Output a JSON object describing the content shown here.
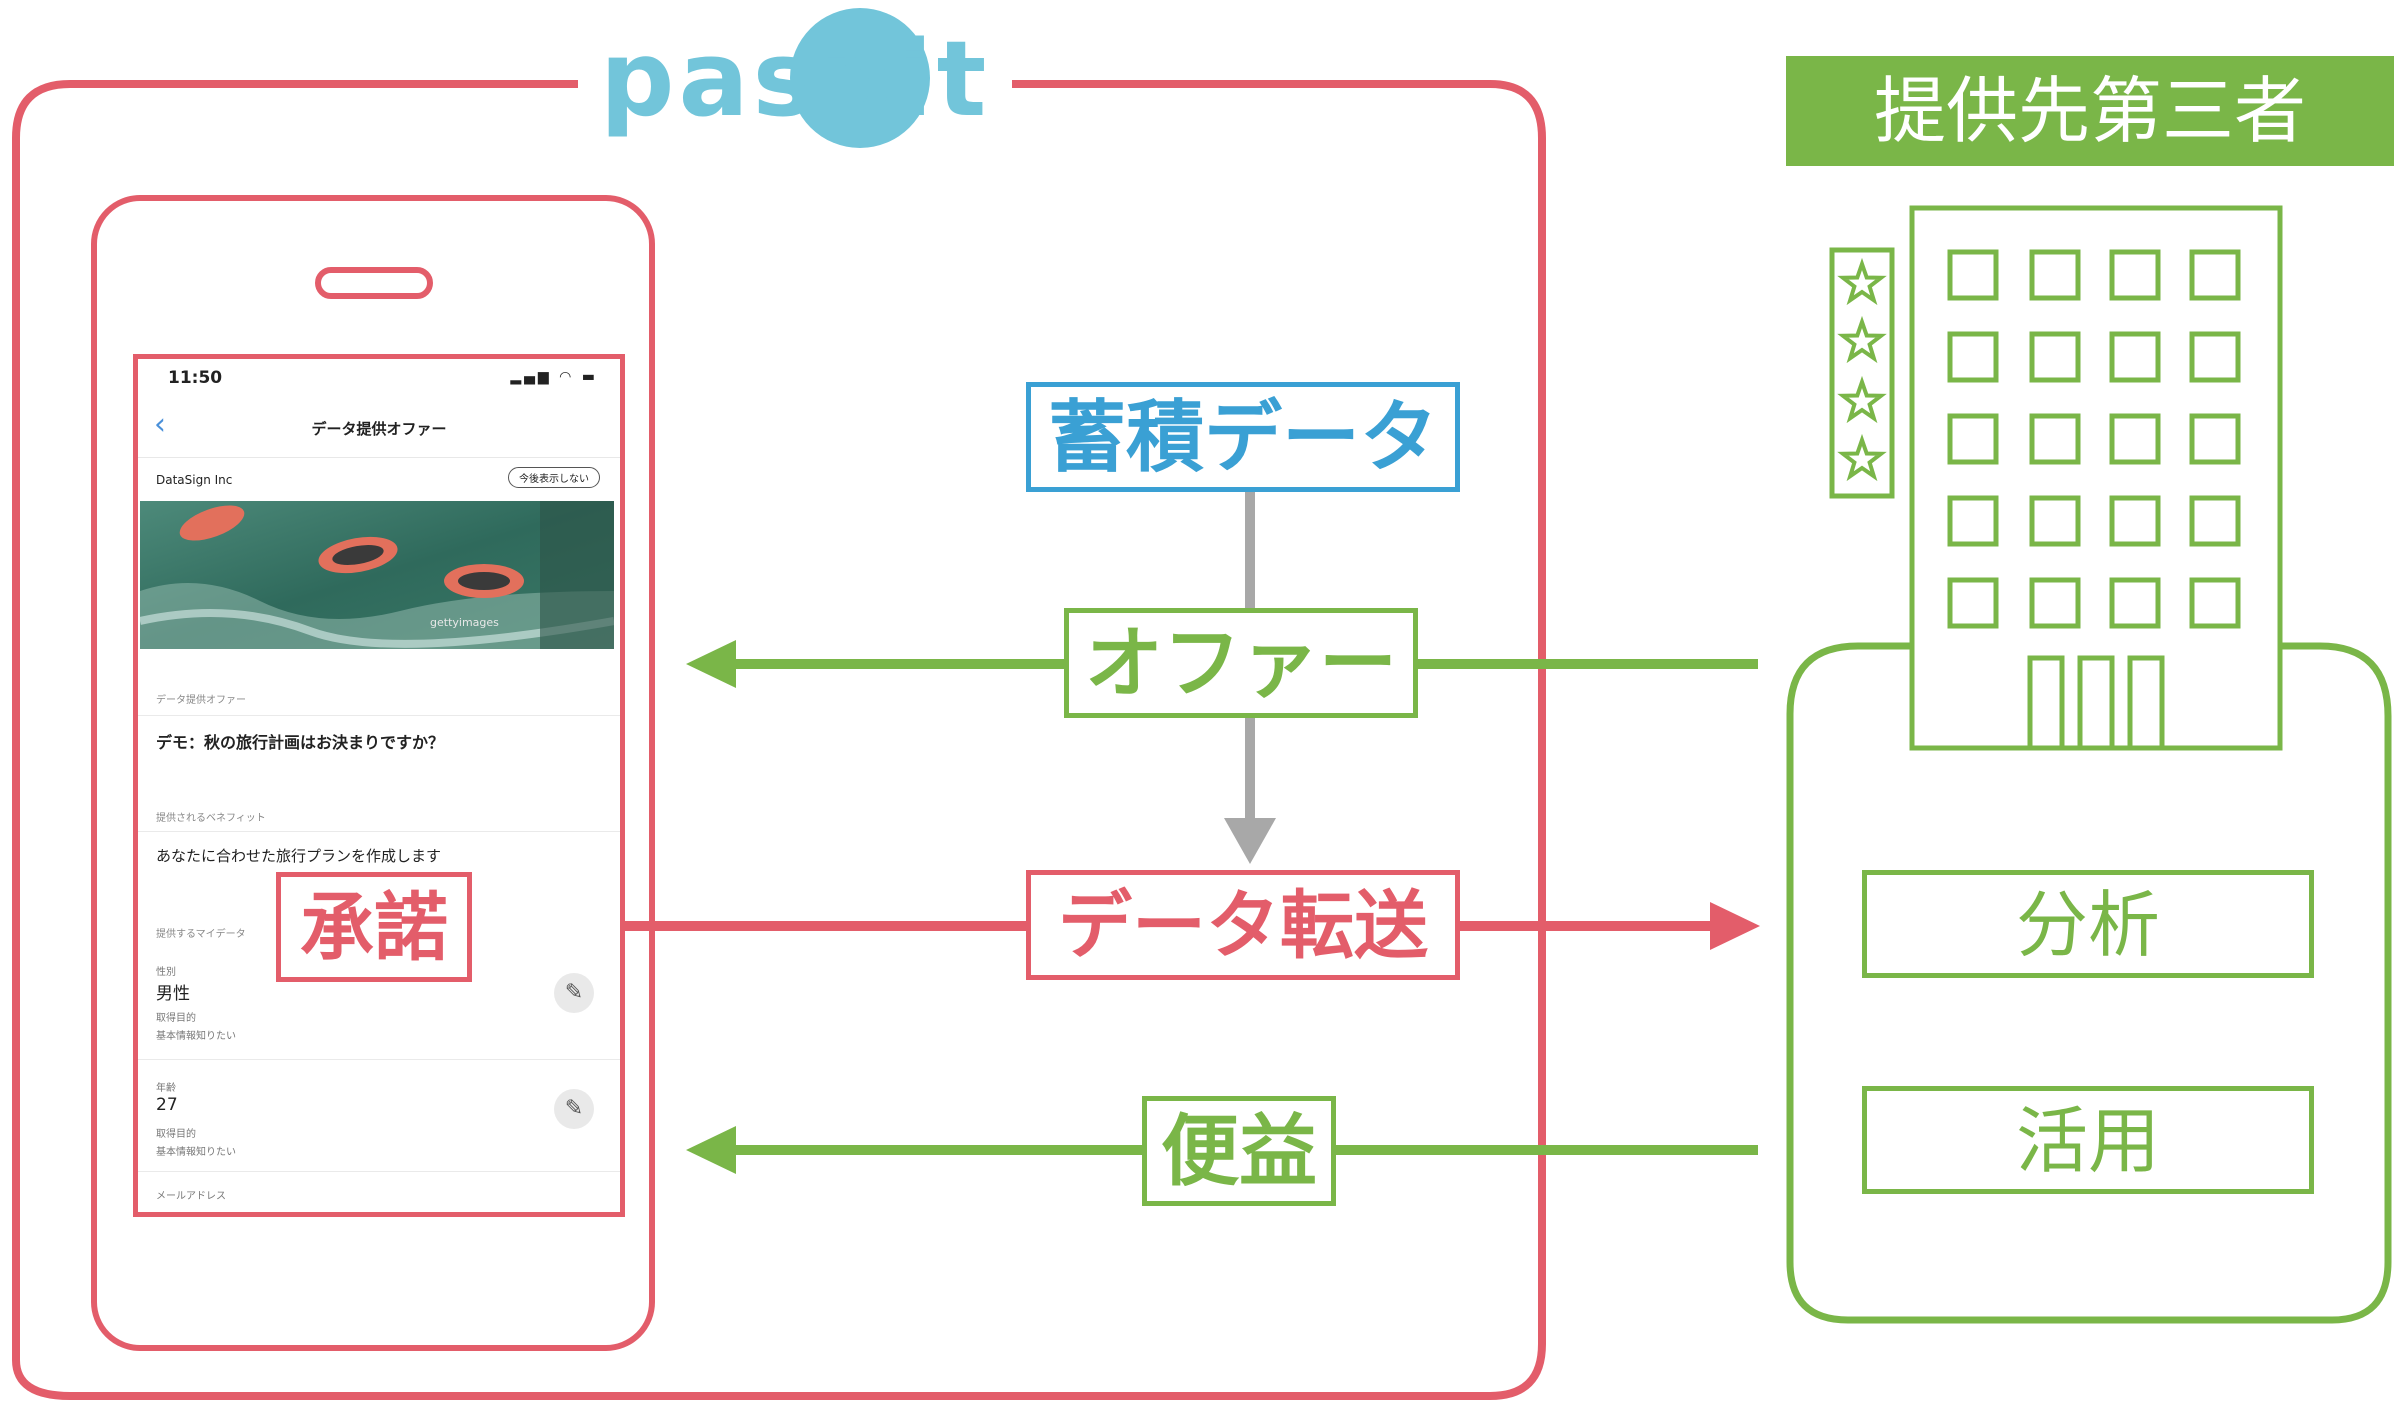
{
  "logo": {
    "text": "paspit"
  },
  "third_party": {
    "header": "提供先第三者",
    "analysis": "分析",
    "utilization": "活用"
  },
  "flows": {
    "stored_data": "蓄積データ",
    "offer": "オファー",
    "data_transfer": "データ転送",
    "benefit": "便益",
    "consent": "承諾"
  },
  "colors": {
    "red": "#e35d6a",
    "green": "#7ab648",
    "blue": "#3aa0d4",
    "gray": "#a8a8a8",
    "logo_teal": "#72c5da"
  },
  "phone": {
    "status_time": "11:50",
    "nav_title": "データ提供オファー",
    "company": "DataSign Inc",
    "hide_button": "今後表示しない",
    "photo_watermark": "gettyimages",
    "offer_section_label": "データ提供オファー",
    "offer_title": "デモ：秋の旅行計画はお決まりですか？",
    "benefit_section_label": "提供されるベネフィット",
    "benefit_text": "あなたに合わせた旅行プランを作成します",
    "mydata_section_label": "提供するマイデータ",
    "fields": [
      {
        "label": "性別",
        "value": "男性",
        "purpose_label": "取得目的",
        "purpose": "基本情報知りたい"
      },
      {
        "label": "年齢",
        "value": "27",
        "purpose_label": "取得目的",
        "purpose": "基本情報知りたい"
      }
    ],
    "email_label": "メールアドレス"
  },
  "icons": [
    "star-icon",
    "building-icon",
    "pencil-icon",
    "chevron-left-icon",
    "signal-icon",
    "wifi-icon",
    "battery-icon"
  ]
}
